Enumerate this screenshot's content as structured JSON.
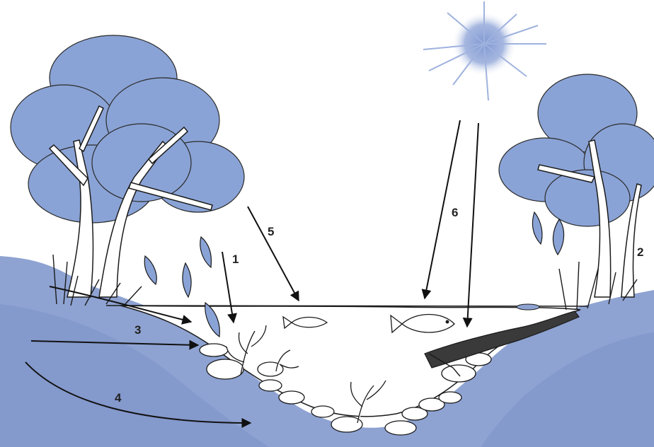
{
  "labels": [
    "1",
    "2",
    "3",
    "4",
    "5",
    "6"
  ],
  "colors": {
    "foliage": "#8aa3d6",
    "foliage_dark": "#6f8cc9",
    "ground": "#8ea3d2",
    "ground_dark": "#7d93c8",
    "sun": "#9db0dc",
    "water": "#ffffff",
    "outline": "#1a1a1a"
  },
  "icons": [
    "sun-icon",
    "tree-icon",
    "leaf-icon",
    "fish-icon",
    "water-plant-icon",
    "stone-icon",
    "fallen-log-icon",
    "reed-icon"
  ]
}
